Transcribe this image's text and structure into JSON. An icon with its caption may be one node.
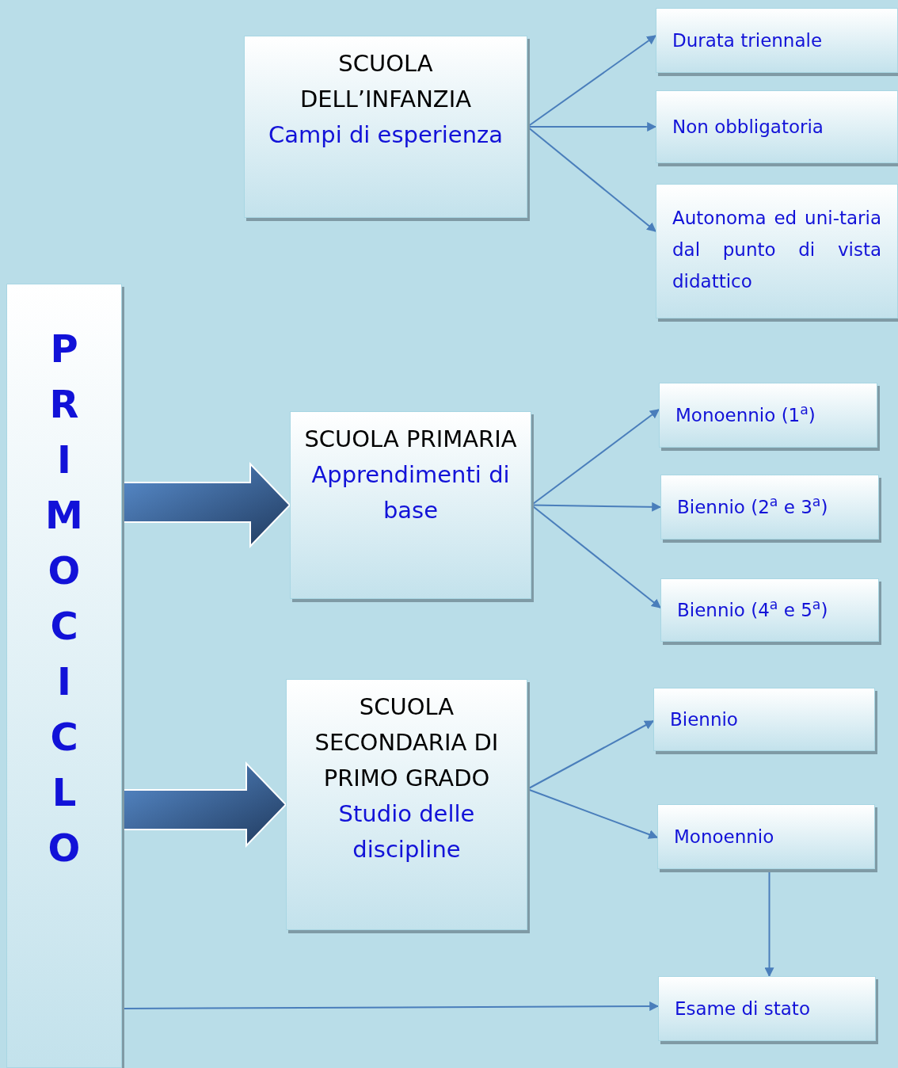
{
  "diagram": {
    "nodes": [
      {
        "text": [
          "PRIMO CICLO"
        ]
      },
      {
        "text": [
          "SCUOLA DELL’INFANZIA",
          "Campi di esperienza"
        ]
      },
      {
        "text": [
          "Durata triennale"
        ]
      },
      {
        "text": [
          "Non obbligatoria"
        ]
      },
      {
        "text": [
          "Autonoma ed uni-taria dal punto di vista didattico"
        ]
      },
      {
        "text": [
          "SCUOLA PRIMARIA",
          "Apprendimenti di base"
        ]
      },
      {
        "text": [
          "Monoennio (1$^{a}$)"
        ]
      },
      {
        "text": [
          "Biennio (2$^{a}$ e 3$^{a}$)"
        ]
      },
      {
        "text": [
          "Biennio (4$^{a}$ e 5$^{a}$)"
        ]
      },
      {
        "text": [
          "SCUOLA SECONDARIA DI PRIMO GRADO",
          "Studio delle discipline"
        ]
      },
      {
        "text": [
          "Biennio"
        ]
      },
      {
        "text": [
          "Monoennio"
        ]
      },
      {
        "text": [
          "Esame di stato"
        ]
      }
    ],
    "edges": [
      {
        "from": 1,
        "to": 2,
        "arrow": "to"
      },
      {
        "from": 1,
        "to": 3,
        "arrow": "to"
      },
      {
        "from": 1,
        "to": 4,
        "arrow": "to"
      },
      {
        "from": 0,
        "to": 5,
        "arrow": "to",
        "style": "thick"
      },
      {
        "from": 5,
        "to": 6,
        "arrow": "to"
      },
      {
        "from": 5,
        "to": 7,
        "arrow": "to"
      },
      {
        "from": 5,
        "to": 8,
        "arrow": "to"
      },
      {
        "from": 0,
        "to": 9,
        "arrow": "to",
        "style": "thick"
      },
      {
        "from": 9,
        "to": 10,
        "arrow": "to"
      },
      {
        "from": 9,
        "to": 11,
        "arrow": "to"
      },
      {
        "from": 11,
        "to": 12,
        "arrow": "to"
      },
      {
        "from": 0,
        "to": 12,
        "arrow": "to"
      }
    ]
  }
}
